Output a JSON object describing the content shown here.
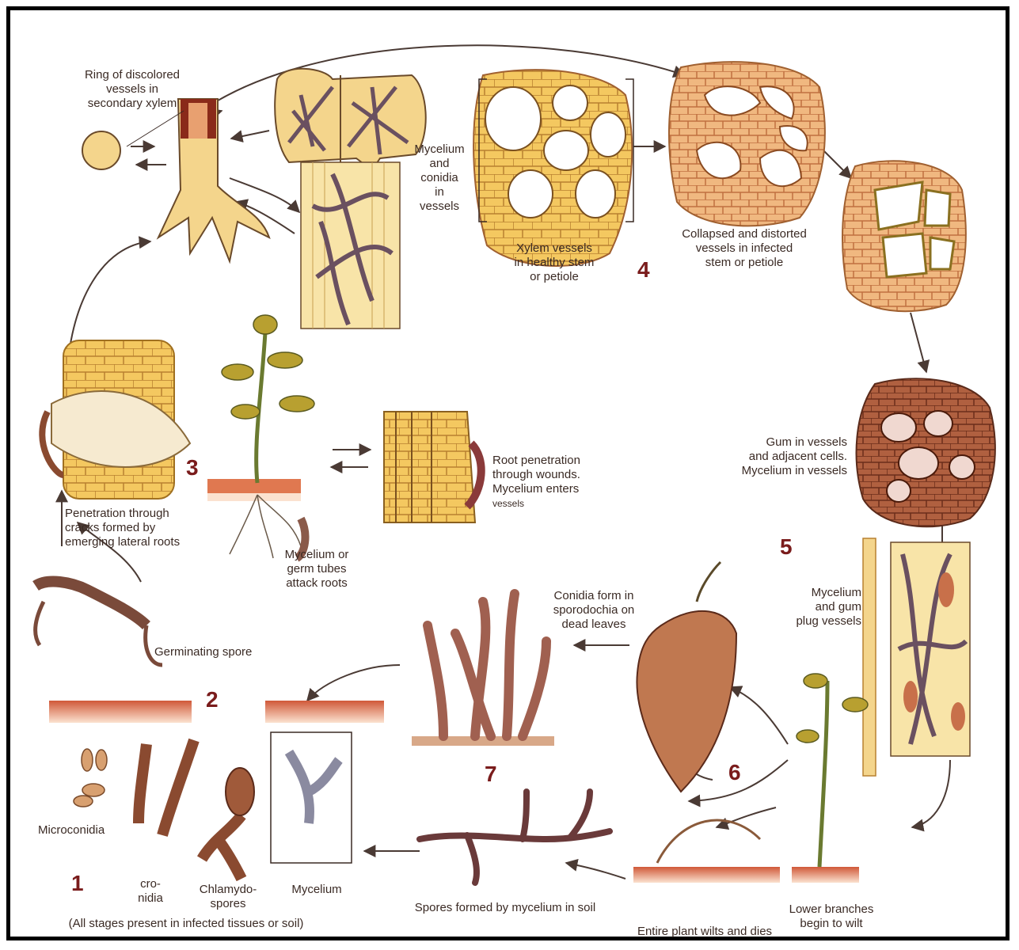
{
  "labels": {
    "ring_vessels": [
      "Ring of discolored",
      "vessels in",
      "secondary xylem"
    ],
    "mycelium_conidia": [
      "Mycelium",
      "and",
      "conidia",
      "in",
      "vessels"
    ],
    "xylem_healthy": [
      "Xylem vessels",
      "in healthy stem",
      "or petiole"
    ],
    "collapsed": [
      "Collapsed and distorted",
      "vessels in infected",
      "stem or petiole"
    ],
    "penetration_cracks": [
      "Penetration through",
      "cracks formed by",
      "emerging lateral roots"
    ],
    "root_penetration": [
      "Root penetration",
      "through wounds.",
      "Mycelium enters",
      "vessels"
    ],
    "gum": [
      "Gum in vessels",
      "and adjacent cells.",
      "Mycelium in vessels"
    ],
    "mycelium_germ": [
      "Mycelium or",
      "germ tubes",
      "attack roots"
    ],
    "mycelium_gum": [
      "Mycelium",
      "and gum",
      "plug vessels"
    ],
    "conidia_form": [
      "Conidia form in",
      "sporodochia on",
      "dead leaves"
    ],
    "germinating": [
      "Germinating spore"
    ],
    "microconidia": [
      "Microconidia"
    ],
    "macroconidia": [
      "cro-",
      "nidia"
    ],
    "chlamydospores": [
      "Chlamydo-",
      "spores"
    ],
    "mycelium": [
      "Mycelium"
    ],
    "all_stages": [
      "(All stages present in infected tissues or soil)"
    ],
    "spores_soil": [
      "Spores formed by mycelium in soil"
    ],
    "entire_plant": [
      "Entire plant wilts and dies"
    ],
    "lower_branches": [
      "Lower branches",
      "begin to wilt"
    ]
  },
  "stage_numbers": {
    "s1": "1",
    "s2": "2",
    "s3": "3",
    "s4": "4",
    "s5": "5",
    "s6": "6",
    "s7": "7"
  },
  "colors": {
    "tan": "#f4d58c",
    "cell_orange": "#e8a068",
    "cell_dark": "#a0522d",
    "hypha": "#7a5a66",
    "soil": "#e07850",
    "arrow": "#4a3a34",
    "number": "#7a1c1c"
  }
}
